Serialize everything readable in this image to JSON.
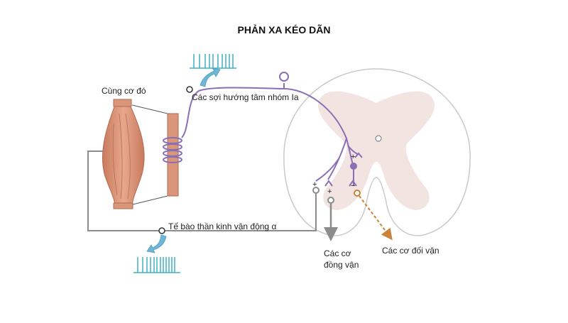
{
  "title": "PHẢN XA KÉO DÃN",
  "labels": {
    "muscle": "Cùng cơ đó",
    "afferent": "Các sợi hướng tâm nhóm Ia",
    "motor_neuron": "Tế bào thần kinh vận động α",
    "synergist_line1": "Các cơ",
    "synergist_line2": "đồng vận",
    "antagonist": "Các cơ đối vận"
  },
  "signs": {
    "plus": "+",
    "minus": "−"
  },
  "colors": {
    "afferent": "#8a6fb5",
    "motor": "#8c8c8c",
    "inhibitory": "#c8823a",
    "spikes": "#3fb0c4",
    "muscle": "#d9967a",
    "spinal_gray": "#f2e4e0"
  }
}
